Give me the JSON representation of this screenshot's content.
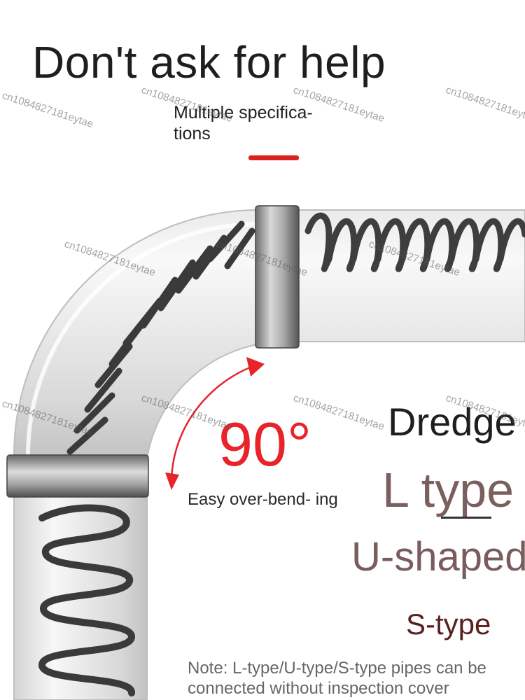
{
  "headline": "Don't ask for help",
  "subheadline": "Multiple specifica- tions",
  "angle_label": "90°",
  "bend_note": "Easy over-bend- ing",
  "dredge_label": "Dredge",
  "types": {
    "l_type": "L type",
    "u_shaped": "U-shaped",
    "s_type": "S-type"
  },
  "footnote": "Note: L-type/U-type/S-type pipes can be connected without inspection cover",
  "watermark_text": "cn1084827181eytae",
  "colors": {
    "accent_red": "#e8232a",
    "l_type": "#7b5e5e",
    "u_shaped": "#7a5c5c",
    "s_type": "#5a1f1f"
  }
}
